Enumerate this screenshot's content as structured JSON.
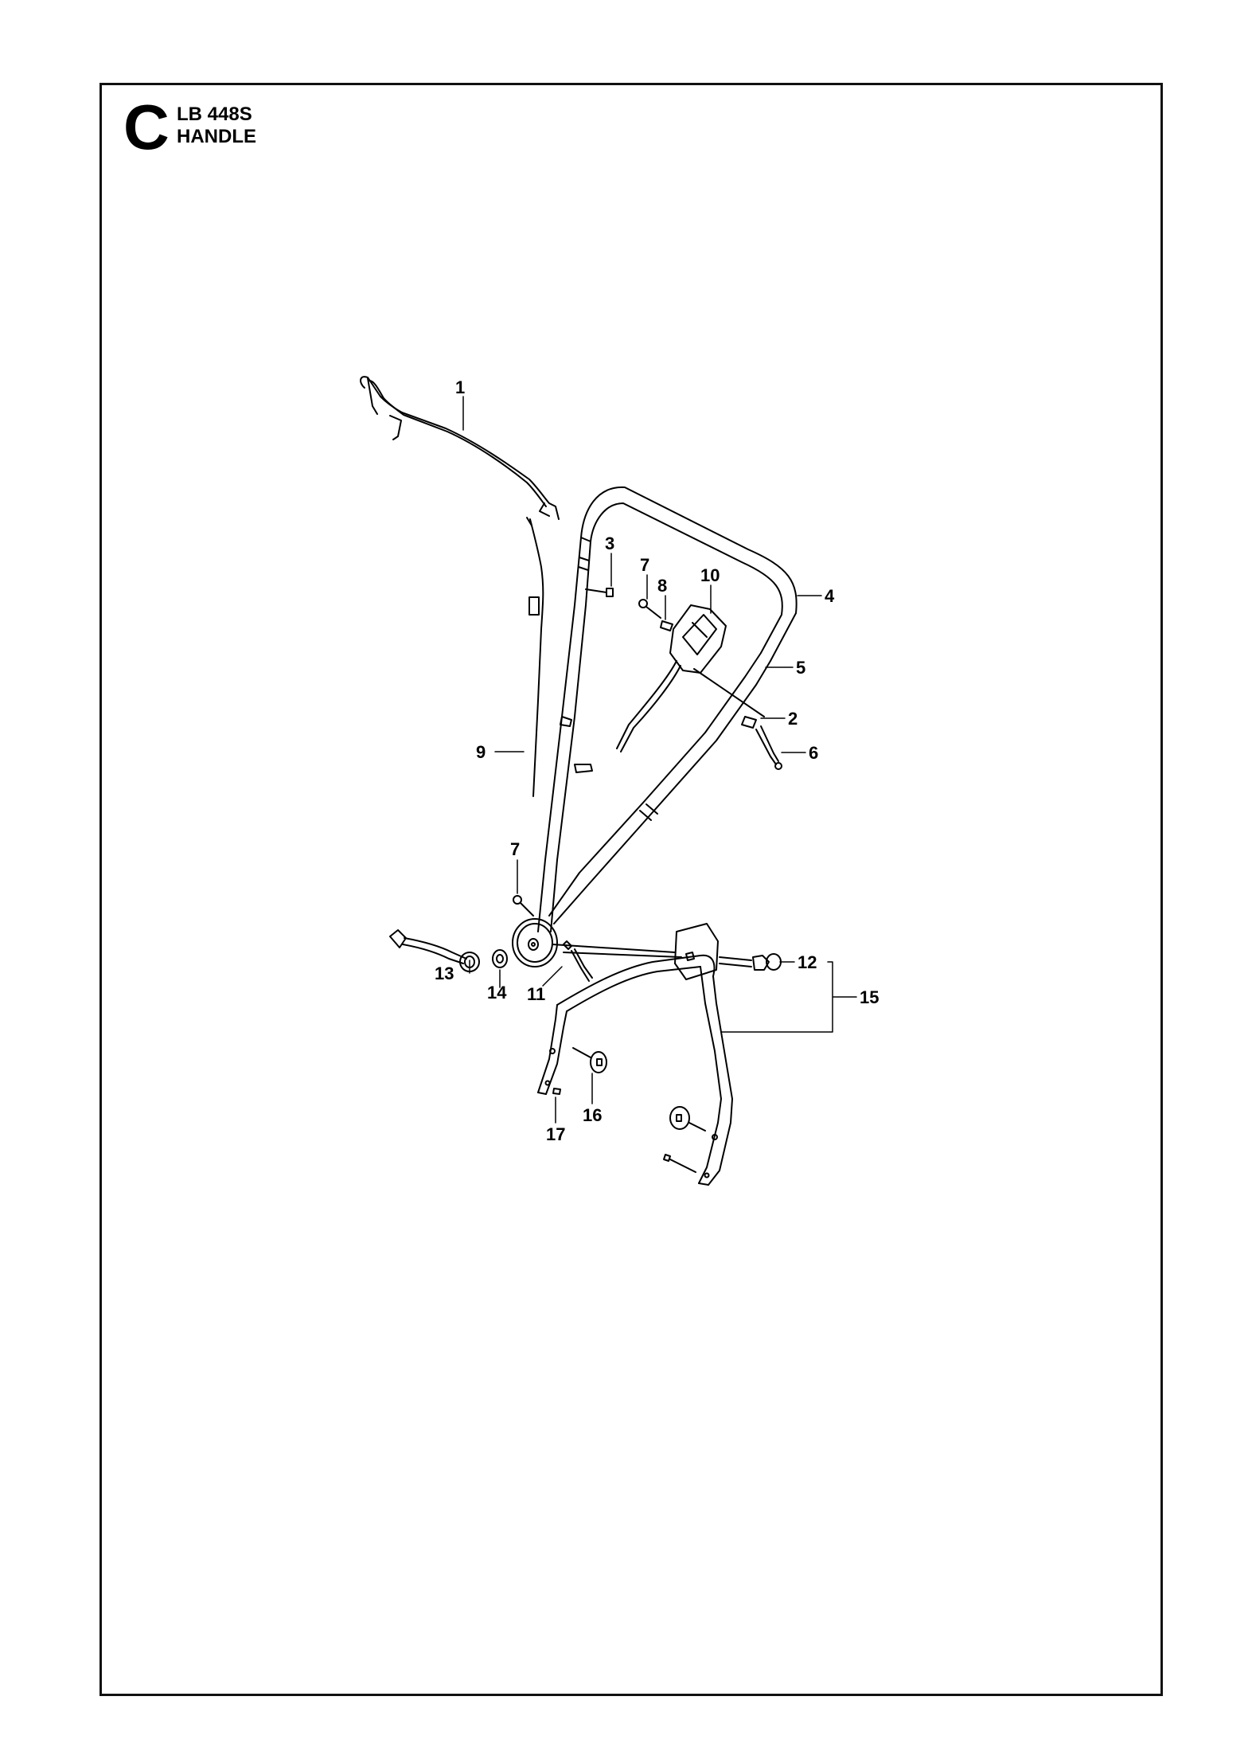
{
  "header": {
    "section_letter": "C",
    "model": "LB 448S",
    "title": "HANDLE"
  },
  "callouts": {
    "c1": "1",
    "c2": "2",
    "c3": "3",
    "c4": "4",
    "c5": "5",
    "c6": "6",
    "c7a": "7",
    "c7b": "7",
    "c8": "8",
    "c9": "9",
    "c10": "10",
    "c11": "11",
    "c12": "12",
    "c13": "13",
    "c14": "14",
    "c15": "15",
    "c16": "16",
    "c17": "17"
  }
}
